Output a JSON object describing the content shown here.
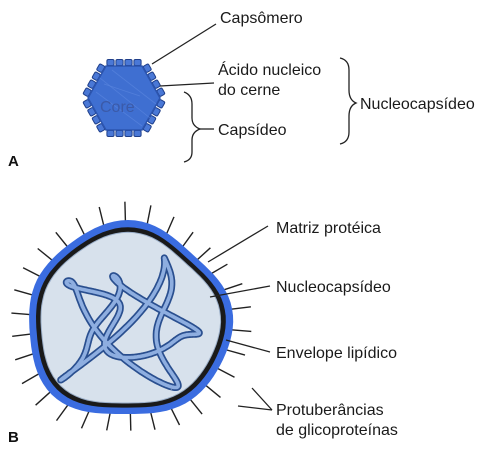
{
  "panel_a": {
    "tag": "A",
    "core_label": "Core",
    "labels": {
      "capsomero": "Capsômero",
      "acido_line1": "Ácido nucleico",
      "acido_line2": "do cerne",
      "capsideo": "Capsídeo",
      "nucleocapsideo": "Nucleocapsídeo"
    }
  },
  "panel_b": {
    "tag": "B",
    "labels": {
      "matriz": "Matriz protéica",
      "nucleocapsideo": "Nucleocapsídeo",
      "envelope": "Envelope lipídico",
      "protub_line1": "Protuberâncias",
      "protub_line2": "de glicoproteínas"
    }
  },
  "colors": {
    "capsid_fill": "#3f6fd1",
    "capsomere_fill": "#4a78d6",
    "envelope_blue": "#3a6ce0",
    "matrix_dark": "#1a1a1a",
    "interior_fill": "#d7e1ec",
    "coil_fill": "#8eaee0",
    "spike_color": "#222222"
  }
}
